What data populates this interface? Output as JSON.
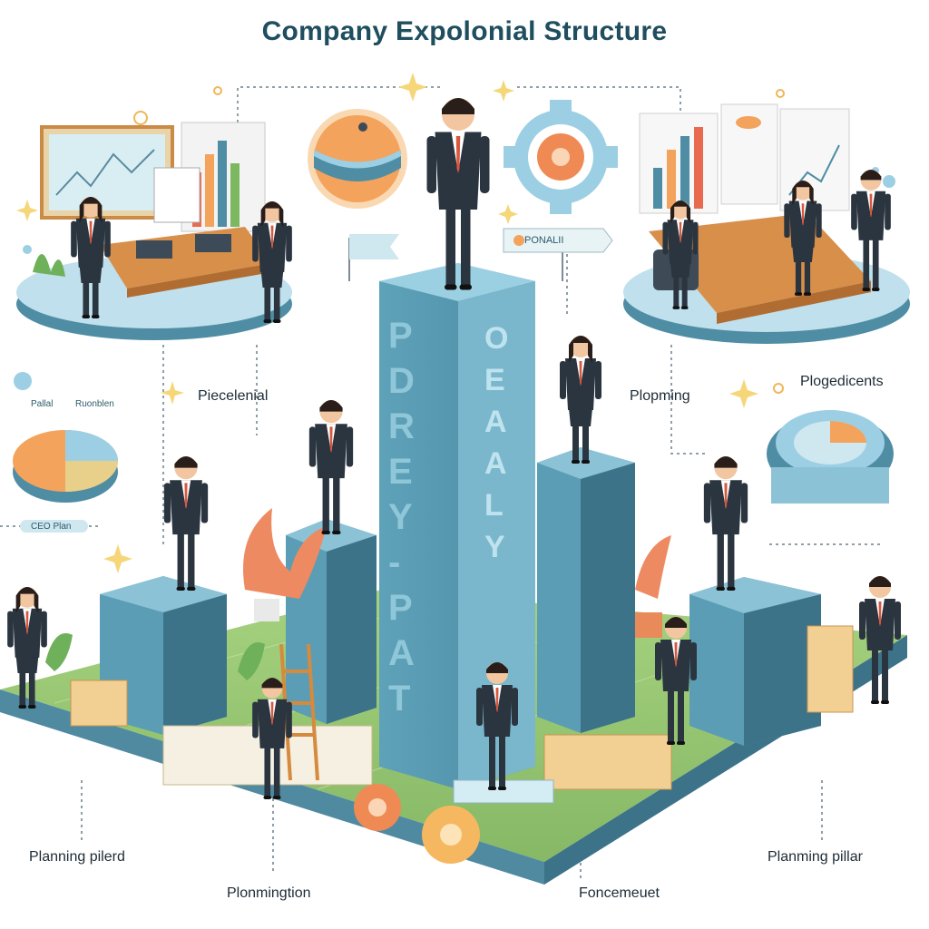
{
  "title": "Company Expolonial Structure",
  "labels": {
    "piecelenial": "Piecelenial",
    "plopming": "Plopming",
    "plogedicents": "Plogedicents",
    "planning_pilerd": "Planning pilerd",
    "plonmingtion": "Plonmingtion",
    "foncemeuet": "Foncemeuet",
    "planming_pillar": "Planming pillar"
  },
  "tags": {
    "sign_right": "PONALII",
    "chart_small_left": "Pallal",
    "chart_small_right": "Ruonblen",
    "ribbon_left": "CEO Plan"
  },
  "pillar_text": {
    "front": "PDREY-PA T",
    "side": "O EAALY"
  },
  "colors": {
    "title": "#1f4e5f",
    "pillar_front": "#4f8fa7",
    "pillar_side": "#3c7389",
    "pillar_top": "#8cc2d6",
    "floor": "#8fc06e",
    "floor_edge": "#4f8aa0",
    "desk": "#d88f4a",
    "accent_orange": "#f3a35c",
    "suit": "#2b3540"
  }
}
